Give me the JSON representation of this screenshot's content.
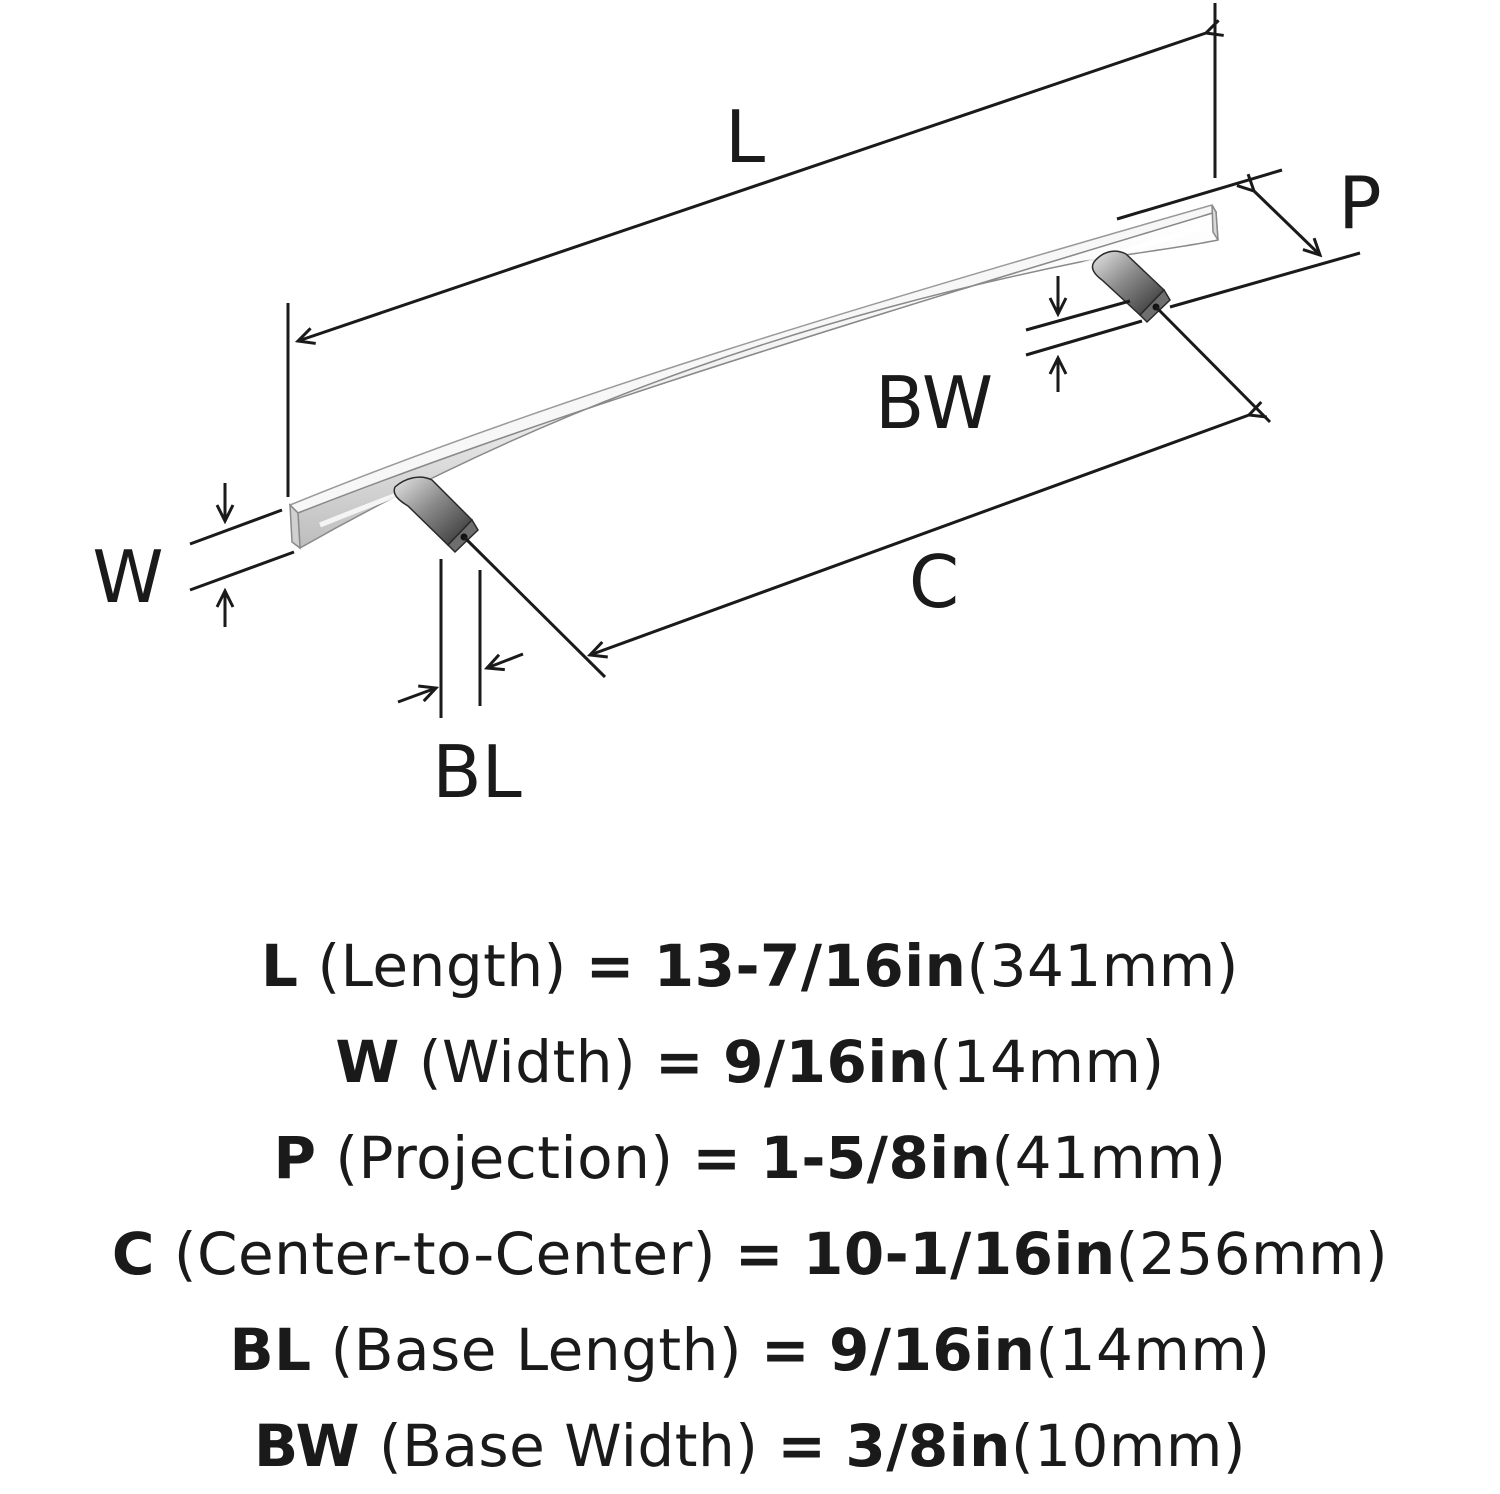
{
  "diagram": {
    "labels": {
      "length": "L",
      "width": "W",
      "projection": "P",
      "center_to_center": "C",
      "base_length": "BL",
      "base_width": "BW"
    },
    "colors": {
      "ink": "#1a1a1a",
      "chrome_light": "#f4f4f4",
      "chrome_mid": "#c9c9c9",
      "chrome_dark": "#3a3a3a"
    }
  },
  "specs": [
    {
      "code": "L",
      "desc": "(Length)",
      "eq": "=",
      "imperial": "13-7/16in",
      "metric": "(341mm)"
    },
    {
      "code": "W",
      "desc": "(Width)",
      "eq": "=",
      "imperial": "9/16in",
      "metric": "(14mm)"
    },
    {
      "code": "P",
      "desc": "(Projection)",
      "eq": "=",
      "imperial": "1-5/8in",
      "metric": "(41mm)"
    },
    {
      "code": "C",
      "desc": "(Center-to-Center)",
      "eq": "=",
      "imperial": "10-1/16in",
      "metric": "(256mm)"
    },
    {
      "code": "BL",
      "desc": "(Base Length)",
      "eq": "=",
      "imperial": "9/16in",
      "metric": "(14mm)"
    },
    {
      "code": "BW",
      "desc": "(Base Width)",
      "eq": "=",
      "imperial": "3/8in",
      "metric": "(10mm)"
    }
  ]
}
